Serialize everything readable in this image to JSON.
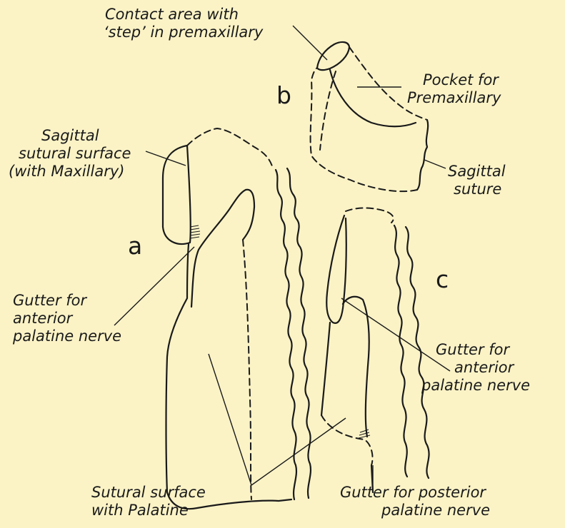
{
  "figure_letters": {
    "a": "a",
    "b": "b",
    "c": "c"
  },
  "labels": {
    "contact_area": [
      "Contact area with",
      "‘step’ in premaxillary"
    ],
    "pocket": [
      "Pocket for",
      "Premaxillary"
    ],
    "sagittal_suture": [
      "Sagittal",
      "suture"
    ],
    "sagittal_sutural_surface": [
      "Sagittal",
      "sutural surface",
      "(with Maxillary)"
    ],
    "gutter_anterior_a": [
      "Gutter for",
      "anterior",
      "palatine nerve"
    ],
    "gutter_anterior_c": [
      "Gutter for",
      "anterior",
      "palatine nerve"
    ],
    "sutural_surface_palatine": [
      "Sutural surface",
      "with Palatine"
    ],
    "gutter_posterior": [
      "Gutter for posterior",
      "palatine nerve"
    ]
  }
}
